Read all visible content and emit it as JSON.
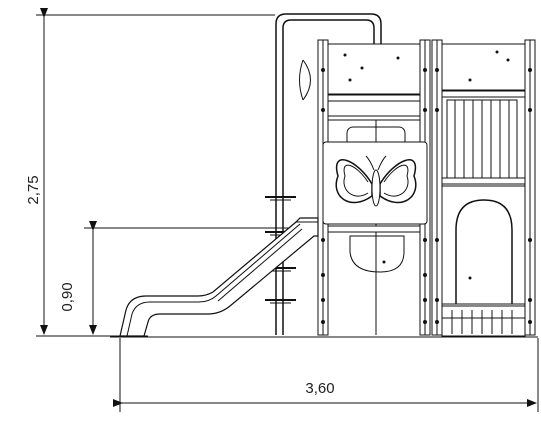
{
  "dimensions": {
    "total_height": "2,75",
    "platform_height": "0,90",
    "total_length": "3,60"
  },
  "colors": {
    "line": "#111111",
    "background": "#ffffff"
  },
  "icons": {
    "panel_motif": "butterfly-icon"
  }
}
